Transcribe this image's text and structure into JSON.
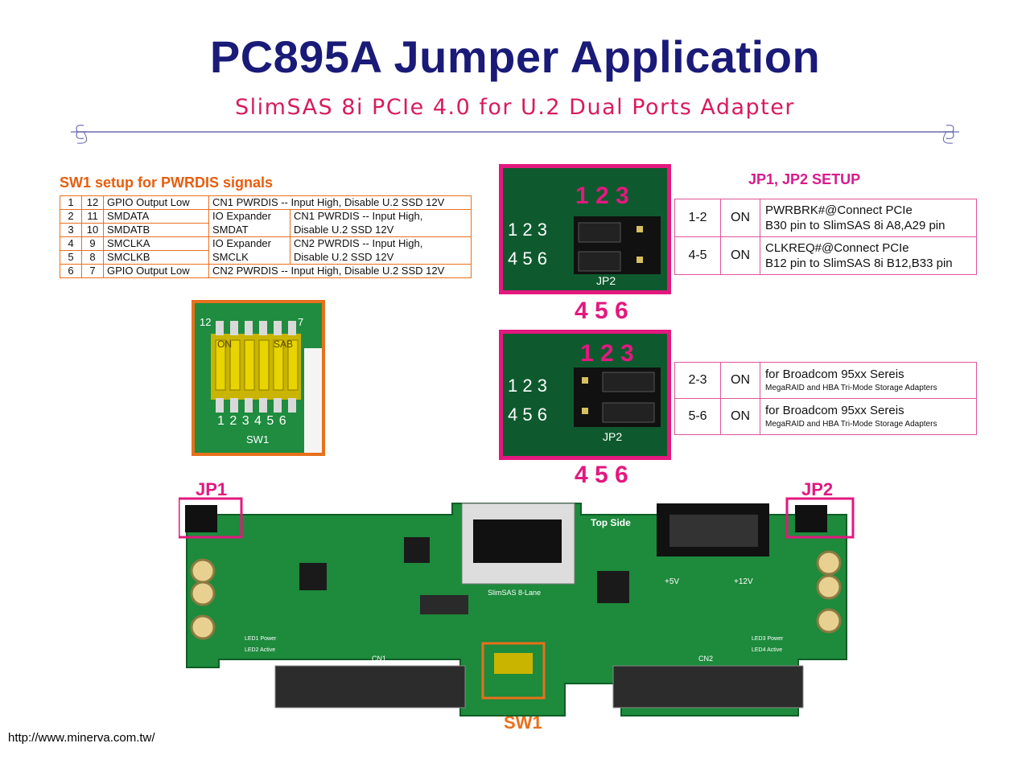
{
  "title": "PC895A Jumper Application",
  "subtitle": "SlimSAS 8i PCIe 4.0 for U.2 Dual Ports Adapter",
  "sw1": {
    "heading": "SW1 setup  for PWRDIS signals",
    "rows": [
      {
        "a": "1",
        "b": "12",
        "signal": "GPIO Output Low",
        "col3": "CN1 PWRDIS -- Input High, Disable U.2 SSD 12V"
      },
      {
        "a": "2",
        "b": "11",
        "signal": "SMDATA",
        "col3": "IO Expander",
        "col4": "CN1 PWRDIS -- Input High,"
      },
      {
        "a": "3",
        "b": "10",
        "signal": "SMDATB",
        "col3": "SMDAT",
        "col4": "Disable U.2 SSD 12V"
      },
      {
        "a": "4",
        "b": "9",
        "signal": "SMCLKA",
        "col3": "IO Expander",
        "col4": "CN2 PWRDIS -- Input High,"
      },
      {
        "a": "5",
        "b": "8",
        "signal": "SMCLKB",
        "col3": "SMCLK",
        "col4": "Disable U.2 SSD 12V"
      },
      {
        "a": "6",
        "b": "7",
        "signal": "GPIO Output Low",
        "col3": "CN2 PWRDIS -- Input High, Disable U.2 SSD 12V"
      }
    ],
    "photo_top": "12",
    "photo_top_right": "7",
    "photo_on": "ON",
    "photo_sab": "SAB",
    "photo_numbers": "1 2 3 4 5 6",
    "photo_label": "SW1"
  },
  "jp": {
    "heading": "JP1, JP2 SETUP",
    "table1": [
      {
        "pins": "1-2",
        "state": "ON",
        "line1": "PWRBRK#@Connect PCIe",
        "line2": "B30 pin to SlimSAS 8i A8,A29 pin"
      },
      {
        "pins": "4-5",
        "state": "ON",
        "line1": "CLKREQ#@Connect PCIe",
        "line2": "B12 pin to SlimSAS 8i B12,B33 pin"
      }
    ],
    "table2": [
      {
        "pins": "2-3",
        "state": "ON",
        "line1": "for Broadcom 95xx Sereis",
        "line2": "MegaRAID and HBA Tri-Mode Storage Adapters"
      },
      {
        "pins": "5-6",
        "state": "ON",
        "line1": "for Broadcom 95xx Sereis",
        "line2": "MegaRAID and HBA Tri-Mode Storage Adapters"
      }
    ],
    "top_pins": "1 2 3",
    "bottom_pins": "4 5 6",
    "board_top": "1 2 3",
    "board_bottom": "4 5 6",
    "board_label": "JP2"
  },
  "board": {
    "jp1_label": "JP1",
    "jp2_label": "JP2",
    "sw1_label": "SW1",
    "top_side": "Top Side",
    "slimsas": "SlimSAS 8-Lane",
    "cn1": "CN1",
    "cn2": "CN2",
    "plus5v": "+5V",
    "plus12v": "+12V",
    "led1": "LED1 Power",
    "led2": "LED2 Active",
    "led3": "LED3 Power",
    "led4": "LED4 Active"
  },
  "url": "http://www.minerva.com.tw/",
  "colors": {
    "title": "#1a1a78",
    "subtitle": "#d81b5e",
    "accent_pink": "#e3187f",
    "accent_orange": "#e8701c",
    "pcb_green": "#1e8a3e"
  }
}
